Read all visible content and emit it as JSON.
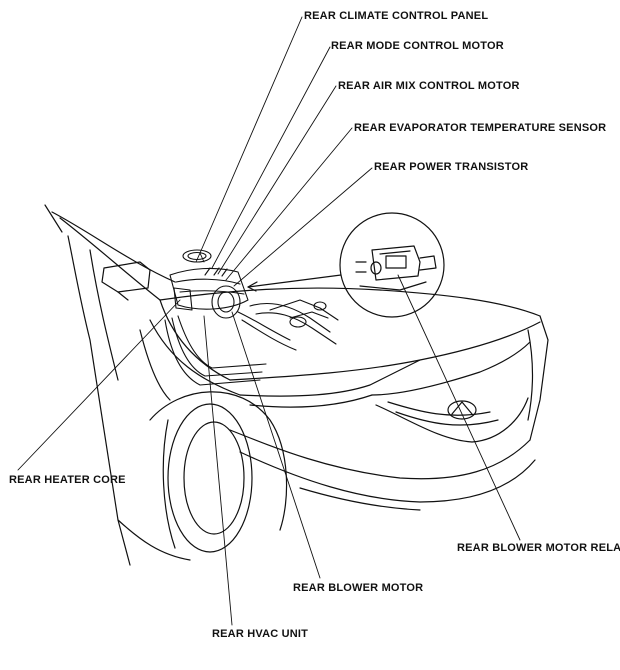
{
  "diagram": {
    "callouts": {
      "rear_climate_control_panel": "REAR CLIMATE CONTROL PANEL",
      "rear_mode_control_motor": "REAR MODE CONTROL MOTOR",
      "rear_air_mix_control_motor": "REAR AIR MIX CONTROL MOTOR",
      "rear_evaporator_temperature_sensor": "REAR EVAPORATOR TEMPERATURE SENSOR",
      "rear_power_transistor": "REAR POWER TRANSISTOR",
      "rear_heater_core": "REAR HEATER CORE",
      "rear_blower_motor_relay": "REAR BLOWER MOTOR RELAY",
      "rear_blower_motor": "REAR BLOWER MOTOR",
      "rear_hvac_unit": "REAR HVAC UNIT"
    },
    "colors": {
      "line": "#111111",
      "background": "#ffffff"
    }
  }
}
